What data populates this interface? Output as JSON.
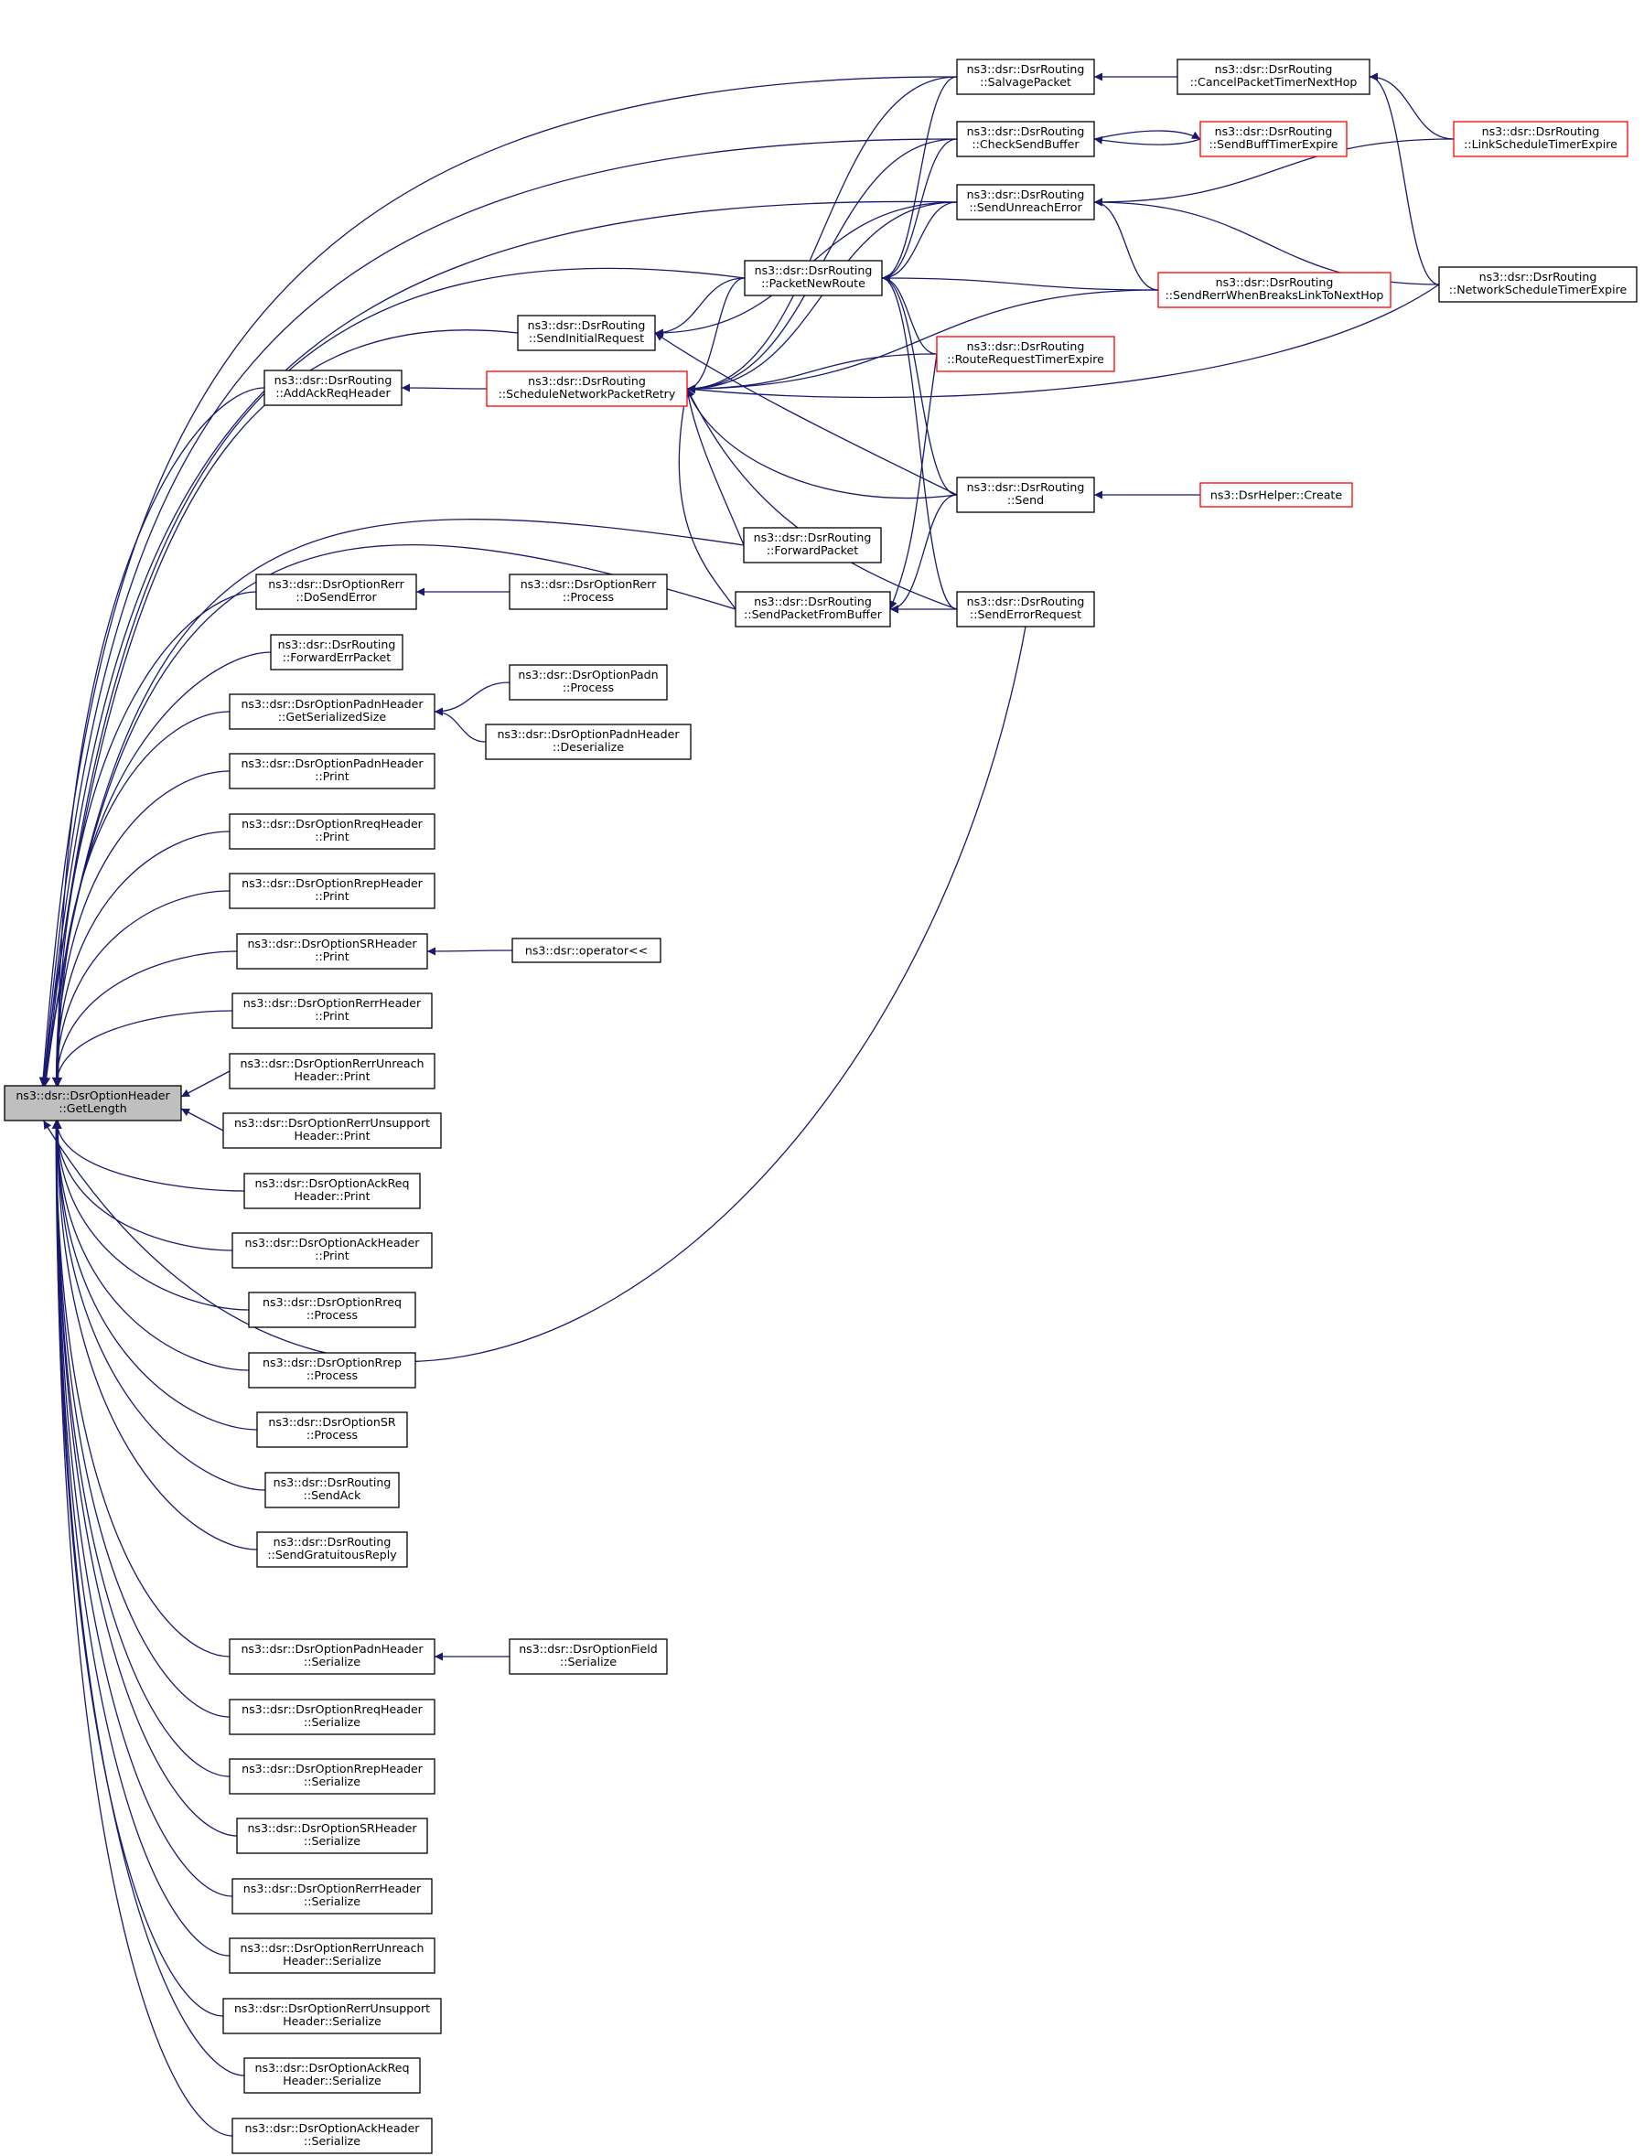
{
  "graph": {
    "title": "",
    "edge_color": "#191970",
    "highlight_color": "#ff0000",
    "root_fill": "#bfbfbf",
    "nodes": [
      {
        "id": "root",
        "lines": [
          "ns3::dsr::DsrOptionHeader",
          "::GetLength"
        ],
        "kind": "root"
      },
      {
        "id": "addackreq",
        "lines": [
          "ns3::dsr::DsrRouting",
          "::AddAckReqHeader"
        ]
      },
      {
        "id": "doSendError",
        "lines": [
          "ns3::dsr::DsrOptionRerr",
          "::DoSendError"
        ]
      },
      {
        "id": "forwardErr",
        "lines": [
          "ns3::dsr::DsrRouting",
          "::ForwardErrPacket"
        ]
      },
      {
        "id": "padnGetSize",
        "lines": [
          "ns3::dsr::DsrOptionPadnHeader",
          "::GetSerializedSize"
        ]
      },
      {
        "id": "padnPrint",
        "lines": [
          "ns3::dsr::DsrOptionPadnHeader",
          "::Print"
        ]
      },
      {
        "id": "rreqPrint",
        "lines": [
          "ns3::dsr::DsrOptionRreqHeader",
          "::Print"
        ]
      },
      {
        "id": "rrepPrint",
        "lines": [
          "ns3::dsr::DsrOptionRrepHeader",
          "::Print"
        ]
      },
      {
        "id": "srPrint",
        "lines": [
          "ns3::dsr::DsrOptionSRHeader",
          "::Print"
        ]
      },
      {
        "id": "rerrPrint",
        "lines": [
          "ns3::dsr::DsrOptionRerrHeader",
          "::Print"
        ]
      },
      {
        "id": "rerrUnreachPrint",
        "lines": [
          "ns3::dsr::DsrOptionRerrUnreach",
          "Header::Print"
        ]
      },
      {
        "id": "rerrUnsuppPrint",
        "lines": [
          "ns3::dsr::DsrOptionRerrUnsupport",
          "Header::Print"
        ]
      },
      {
        "id": "ackReqPrint",
        "lines": [
          "ns3::dsr::DsrOptionAckReq",
          "Header::Print"
        ]
      },
      {
        "id": "ackPrint",
        "lines": [
          "ns3::dsr::DsrOptionAckHeader",
          "::Print"
        ]
      },
      {
        "id": "rreqProcess",
        "lines": [
          "ns3::dsr::DsrOptionRreq",
          "::Process"
        ]
      },
      {
        "id": "rrepProcess",
        "lines": [
          "ns3::dsr::DsrOptionRrep",
          "::Process"
        ]
      },
      {
        "id": "srProcess",
        "lines": [
          "ns3::dsr::DsrOptionSR",
          "::Process"
        ]
      },
      {
        "id": "sendAck",
        "lines": [
          "ns3::dsr::DsrRouting",
          "::SendAck"
        ]
      },
      {
        "id": "sendGrat",
        "lines": [
          "ns3::dsr::DsrRouting",
          "::SendGratuitousReply"
        ]
      },
      {
        "id": "padnSer",
        "lines": [
          "ns3::dsr::DsrOptionPadnHeader",
          "::Serialize"
        ]
      },
      {
        "id": "rreqSer",
        "lines": [
          "ns3::dsr::DsrOptionRreqHeader",
          "::Serialize"
        ]
      },
      {
        "id": "rrepSer",
        "lines": [
          "ns3::dsr::DsrOptionRrepHeader",
          "::Serialize"
        ]
      },
      {
        "id": "srSer",
        "lines": [
          "ns3::dsr::DsrOptionSRHeader",
          "::Serialize"
        ]
      },
      {
        "id": "rerrSer",
        "lines": [
          "ns3::dsr::DsrOptionRerrHeader",
          "::Serialize"
        ]
      },
      {
        "id": "rerrUnreachSer",
        "lines": [
          "ns3::dsr::DsrOptionRerrUnreach",
          "Header::Serialize"
        ]
      },
      {
        "id": "rerrUnsuppSer",
        "lines": [
          "ns3::dsr::DsrOptionRerrUnsupport",
          "Header::Serialize"
        ]
      },
      {
        "id": "ackReqSer",
        "lines": [
          "ns3::dsr::DsrOptionAckReq",
          "Header::Serialize"
        ]
      },
      {
        "id": "ackSer",
        "lines": [
          "ns3::dsr::DsrOptionAckHeader",
          "::Serialize"
        ]
      },
      {
        "id": "sendInitial",
        "lines": [
          "ns3::dsr::DsrRouting",
          "::SendInitialRequest"
        ]
      },
      {
        "id": "schedRetry",
        "lines": [
          "ns3::dsr::DsrRouting",
          "::ScheduleNetworkPacketRetry"
        ],
        "kind": "red"
      },
      {
        "id": "rerrProcess",
        "lines": [
          "ns3::dsr::DsrOptionRerr",
          "::Process"
        ]
      },
      {
        "id": "padnProcess",
        "lines": [
          "ns3::dsr::DsrOptionPadn",
          "::Process"
        ]
      },
      {
        "id": "padnDeser",
        "lines": [
          "ns3::dsr::DsrOptionPadnHeader",
          "::Deserialize"
        ]
      },
      {
        "id": "operatorLL",
        "lines": [
          "ns3::dsr::operator<<"
        ]
      },
      {
        "id": "fieldSer",
        "lines": [
          "ns3::dsr::DsrOptionField",
          "::Serialize"
        ]
      },
      {
        "id": "packetNewRoute",
        "lines": [
          "ns3::dsr::DsrRouting",
          "::PacketNewRoute"
        ]
      },
      {
        "id": "forwardPacket",
        "lines": [
          "ns3::dsr::DsrRouting",
          "::ForwardPacket"
        ]
      },
      {
        "id": "sendFromBuffer",
        "lines": [
          "ns3::dsr::DsrRouting",
          "::SendPacketFromBuffer"
        ]
      },
      {
        "id": "salvage",
        "lines": [
          "ns3::dsr::DsrRouting",
          "::SalvagePacket"
        ]
      },
      {
        "id": "checkSendBuffer",
        "lines": [
          "ns3::dsr::DsrRouting",
          "::CheckSendBuffer"
        ]
      },
      {
        "id": "sendUnreach",
        "lines": [
          "ns3::dsr::DsrRouting",
          "::SendUnreachError"
        ]
      },
      {
        "id": "send",
        "lines": [
          "ns3::dsr::DsrRouting",
          "::Send"
        ]
      },
      {
        "id": "sendErrReq",
        "lines": [
          "ns3::dsr::DsrRouting",
          "::SendErrorRequest"
        ]
      },
      {
        "id": "routeReqTimer",
        "lines": [
          "ns3::dsr::DsrRouting",
          "::RouteRequestTimerExpire"
        ],
        "kind": "red"
      },
      {
        "id": "cancelTimer",
        "lines": [
          "ns3::dsr::DsrRouting",
          "::CancelPacketTimerNextHop"
        ]
      },
      {
        "id": "sendBuffTimer",
        "lines": [
          "ns3::dsr::DsrRouting",
          "::SendBuffTimerExpire"
        ],
        "kind": "red"
      },
      {
        "id": "sendRerrBreaks",
        "lines": [
          "ns3::dsr::DsrRouting",
          "::SendRerrWhenBreaksLinkToNextHop"
        ],
        "kind": "red"
      },
      {
        "id": "helperCreate",
        "lines": [
          "ns3::DsrHelper::Create"
        ],
        "kind": "red"
      },
      {
        "id": "linkSchedTimer",
        "lines": [
          "ns3::dsr::DsrRouting",
          "::LinkScheduleTimerExpire"
        ],
        "kind": "red"
      },
      {
        "id": "netSchedTimer",
        "lines": [
          "ns3::dsr::DsrRouting",
          "::NetworkScheduleTimerExpire"
        ]
      }
    ],
    "edges": [
      [
        "salvage",
        "root"
      ],
      [
        "checkSendBuffer",
        "root"
      ],
      [
        "sendUnreach",
        "root"
      ],
      [
        "packetNewRoute",
        "root"
      ],
      [
        "sendInitial",
        "root"
      ],
      [
        "addackreq",
        "root"
      ],
      [
        "forwardPacket",
        "root"
      ],
      [
        "sendFromBuffer",
        "root"
      ],
      [
        "doSendError",
        "root"
      ],
      [
        "forwardErr",
        "root"
      ],
      [
        "padnGetSize",
        "root"
      ],
      [
        "padnPrint",
        "root"
      ],
      [
        "rreqPrint",
        "root"
      ],
      [
        "rrepPrint",
        "root"
      ],
      [
        "srPrint",
        "root"
      ],
      [
        "rerrPrint",
        "root"
      ],
      [
        "rerrUnreachPrint",
        "root"
      ],
      [
        "rerrUnsuppPrint",
        "root"
      ],
      [
        "ackReqPrint",
        "root"
      ],
      [
        "ackPrint",
        "root"
      ],
      [
        "rreqProcess",
        "root"
      ],
      [
        "rrepProcess",
        "root"
      ],
      [
        "srProcess",
        "root"
      ],
      [
        "sendAck",
        "root"
      ],
      [
        "sendGrat",
        "root"
      ],
      [
        "sendErrReq",
        "root"
      ],
      [
        "padnSer",
        "root"
      ],
      [
        "rreqSer",
        "root"
      ],
      [
        "rrepSer",
        "root"
      ],
      [
        "srSer",
        "root"
      ],
      [
        "rerrSer",
        "root"
      ],
      [
        "rerrUnreachSer",
        "root"
      ],
      [
        "rerrUnsuppSer",
        "root"
      ],
      [
        "ackReqSer",
        "root"
      ],
      [
        "ackSer",
        "root"
      ],
      [
        "schedRetry",
        "addackreq"
      ],
      [
        "rerrProcess",
        "doSendError"
      ],
      [
        "padnProcess",
        "padnGetSize"
      ],
      [
        "padnDeser",
        "padnGetSize"
      ],
      [
        "operatorLL",
        "srPrint"
      ],
      [
        "fieldSer",
        "padnSer"
      ],
      [
        "packetNewRoute",
        "sendInitial"
      ],
      [
        "sendUnreach",
        "sendInitial"
      ],
      [
        "send",
        "sendInitial"
      ],
      [
        "salvage",
        "schedRetry"
      ],
      [
        "checkSendBuffer",
        "schedRetry"
      ],
      [
        "sendUnreach",
        "schedRetry"
      ],
      [
        "packetNewRoute",
        "schedRetry"
      ],
      [
        "sendRerrBreaks",
        "schedRetry"
      ],
      [
        "routeReqTimer",
        "schedRetry"
      ],
      [
        "netSchedTimer",
        "schedRetry"
      ],
      [
        "send",
        "schedRetry"
      ],
      [
        "forwardPacket",
        "schedRetry"
      ],
      [
        "sendFromBuffer",
        "schedRetry"
      ],
      [
        "sendErrReq",
        "schedRetry"
      ],
      [
        "salvage",
        "packetNewRoute"
      ],
      [
        "checkSendBuffer",
        "packetNewRoute"
      ],
      [
        "sendUnreach",
        "packetNewRoute"
      ],
      [
        "sendRerrBreaks",
        "packetNewRoute"
      ],
      [
        "routeReqTimer",
        "packetNewRoute"
      ],
      [
        "send",
        "packetNewRoute"
      ],
      [
        "sendErrReq",
        "packetNewRoute"
      ],
      [
        "routeReqTimer",
        "sendFromBuffer"
      ],
      [
        "send",
        "sendFromBuffer"
      ],
      [
        "sendErrReq",
        "sendFromBuffer"
      ],
      [
        "cancelTimer",
        "salvage"
      ],
      [
        "sendBuffTimer",
        "checkSendBuffer"
      ],
      [
        "checkSendBuffer",
        "sendBuffTimer"
      ],
      [
        "linkSchedTimer",
        "sendUnreach"
      ],
      [
        "sendRerrBreaks",
        "sendUnreach"
      ],
      [
        "netSchedTimer",
        "sendUnreach"
      ],
      [
        "helperCreate",
        "send"
      ],
      [
        "linkSchedTimer",
        "cancelTimer"
      ],
      [
        "netSchedTimer",
        "cancelTimer"
      ]
    ]
  }
}
